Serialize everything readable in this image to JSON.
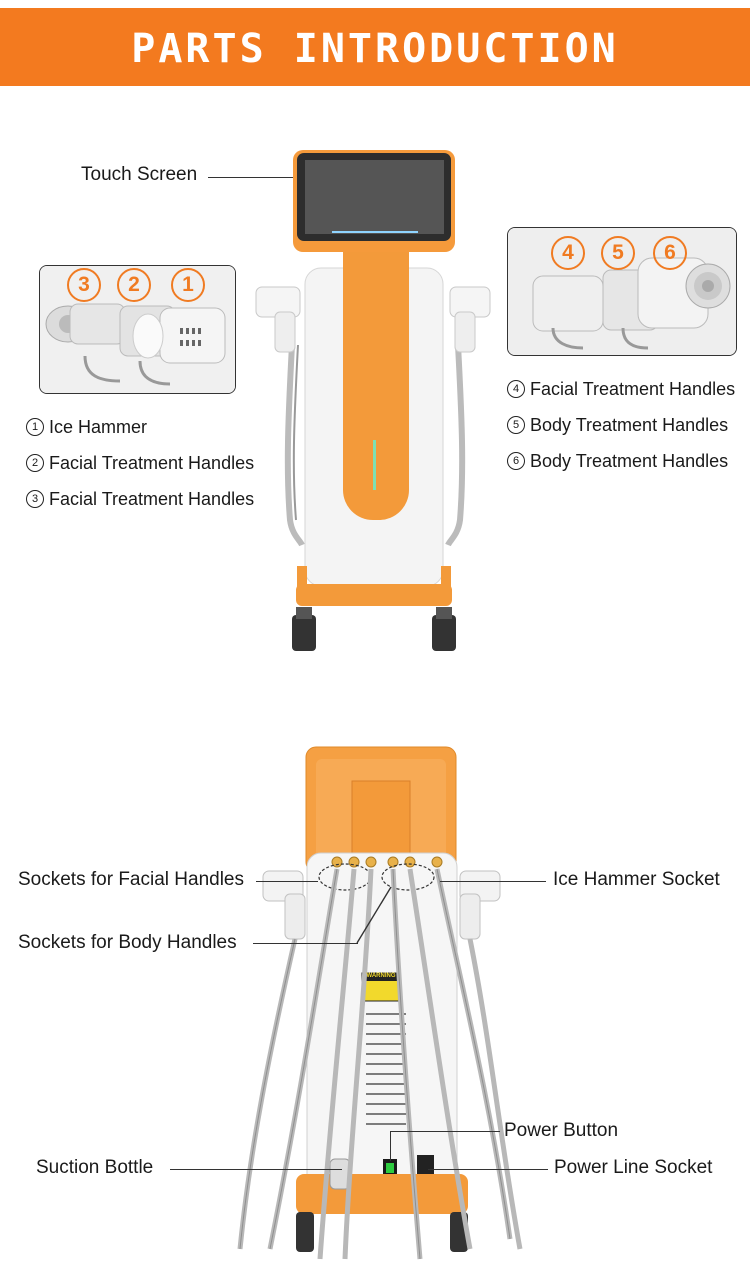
{
  "header": {
    "title": "PARTS INTRODUCTION",
    "color": "#f37a1f"
  },
  "front_view": {
    "callout": "Touch Screen",
    "left_inset_numbers": [
      "3",
      "2",
      "1"
    ],
    "right_inset_numbers": [
      "4",
      "5",
      "6"
    ],
    "left_list": [
      {
        "num": "1",
        "label": "Ice Hammer"
      },
      {
        "num": "2",
        "label": "Facial Treatment Handles"
      },
      {
        "num": "3",
        "label": "Facial Treatment Handles"
      }
    ],
    "right_list": [
      {
        "num": "4",
        "label": "Facial Treatment Handles"
      },
      {
        "num": "5",
        "label": "Body Treatment Handles"
      },
      {
        "num": "6",
        "label": "Body Treatment Handles"
      }
    ]
  },
  "back_view": {
    "callouts": {
      "facial_sockets": "Sockets for Facial Handles",
      "body_sockets": "Sockets for Body Handles",
      "ice_hammer_socket": "Ice Hammer Socket",
      "power_button": "Power Button",
      "suction_bottle": "Suction Bottle",
      "power_line_socket": "Power Line Socket"
    },
    "warning_label": "WARNING"
  },
  "colors": {
    "accent": "#f37a1f",
    "body": "#f4f4f4"
  }
}
